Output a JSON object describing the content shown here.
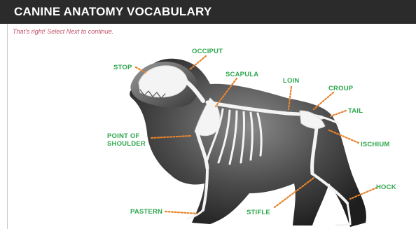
{
  "header": {
    "title": "CANINE ANATOMY VOCABULARY"
  },
  "feedback": {
    "message": "That's right!  Select Next to continue."
  },
  "labels": {
    "stop": "STOP",
    "occiput": "OCCIPUT",
    "scapula": "SCAPULA",
    "loin": "LOIN",
    "croup": "CROUP",
    "tail": "TAIL",
    "point_of_shoulder_line1": "POINT OF",
    "point_of_shoulder_line2": "SHOULDER",
    "ischium": "ISCHIUM",
    "hock": "HOCK",
    "pastern": "PASTERN",
    "stifle": "STIFLE"
  },
  "colors": {
    "label_green": "#2fa84f",
    "leader_orange": "#e8842c",
    "header_bg": "#2b2b2b",
    "feedback_pink": "#c0506a"
  }
}
